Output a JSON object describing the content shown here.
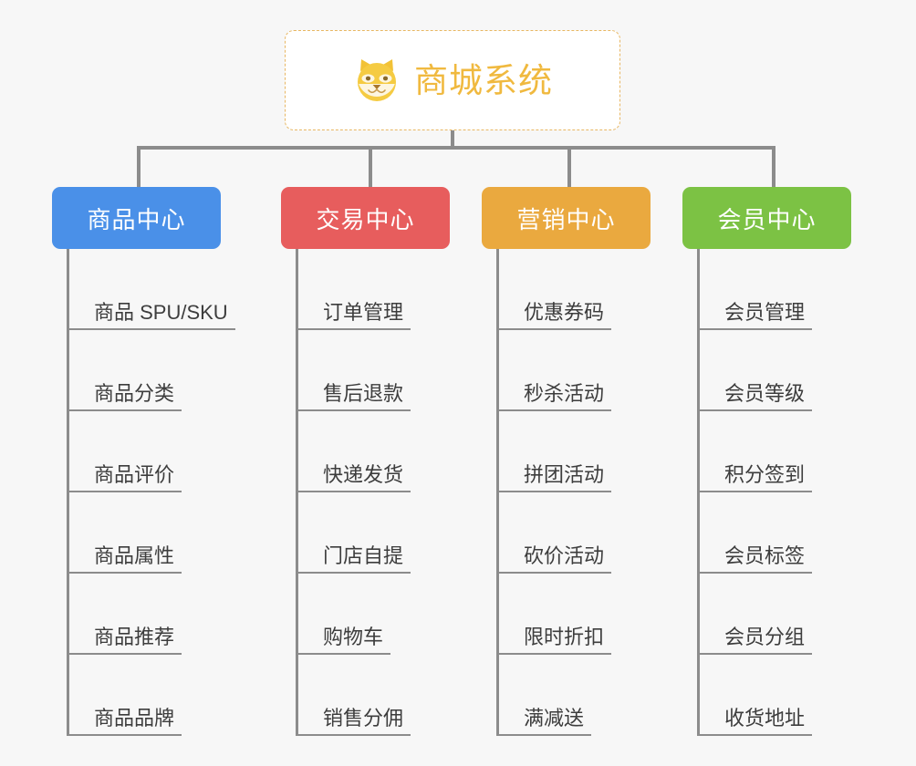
{
  "canvas": {
    "background": "#f7f7f7",
    "line_color": "#8c8c8c"
  },
  "root": {
    "title": "商城系统",
    "icon": "shiba-dog-face-icon",
    "border_color": "#e8b763",
    "text_color": "#f0b93f",
    "background": "#ffffff"
  },
  "columns": [
    {
      "id": "product-center",
      "header": "商品中心",
      "color": "#4a90e8",
      "items": [
        "商品 SPU/SKU",
        "商品分类",
        "商品评价",
        "商品属性",
        "商品推荐",
        "商品品牌"
      ]
    },
    {
      "id": "trade-center",
      "header": "交易中心",
      "color": "#e75d5d",
      "items": [
        "订单管理",
        "售后退款",
        "快递发货",
        "门店自提",
        "购物车",
        "销售分佣"
      ]
    },
    {
      "id": "marketing-center",
      "header": "营销中心",
      "color": "#eaa93f",
      "items": [
        "优惠券码",
        "秒杀活动",
        "拼团活动",
        "砍价活动",
        "限时折扣",
        "满减送"
      ]
    },
    {
      "id": "member-center",
      "header": "会员中心",
      "color": "#7cc244",
      "items": [
        "会员管理",
        "会员等级",
        "积分签到",
        "会员标签",
        "会员分组",
        "收货地址"
      ]
    }
  ]
}
